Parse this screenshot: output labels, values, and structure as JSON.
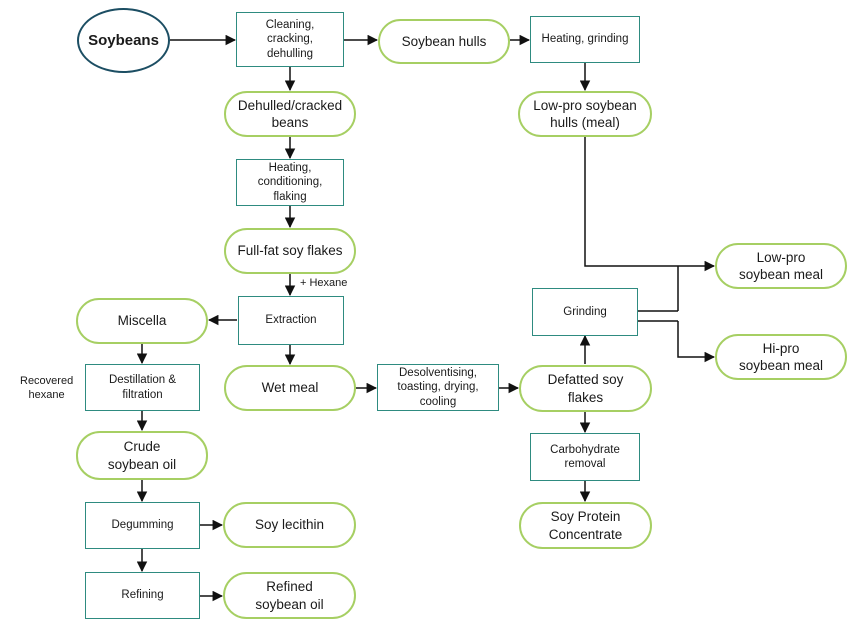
{
  "colors": {
    "rect_border": "#2e8b80",
    "pill_border": "#a6cf63",
    "ellipse_border": "#1c4e63",
    "arrow": "#111111"
  },
  "nodes": {
    "soybeans": "Soybeans",
    "cleaning": "Cleaning,\ncracking,\ndehulling",
    "soybean_hulls": "Soybean hulls",
    "heating_grinding": "Heating, grinding",
    "dehulled_beans": "Dehulled/cracked\nbeans",
    "lowpro_hulls": "Low-pro soybean\nhulls (meal)",
    "heating_conditioning": "Heating,\nconditioning,\nflaking",
    "fullfat_flakes": "Full-fat soy flakes",
    "lowpro_meal": "Low-pro\nsoybean meal",
    "miscella": "Miscella",
    "extraction": "Extraction",
    "grinding": "Grinding",
    "hipro_meal": "Hi-pro\nsoybean meal",
    "destillation": "Destillation &\nfiltration",
    "wet_meal": "Wet meal",
    "desolventising": "Desolventising,\ntoasting, drying,\ncooling",
    "defatted_flakes": "Defatted soy flakes",
    "crude_oil": "Crude\nsoybean oil",
    "carbohydrate_removal": "Carbohydrate\nremoval",
    "degumming": "Degumming",
    "soy_lecithin": "Soy lecithin",
    "soy_protein_concentrate": "Soy Protein\nConcentrate",
    "refining": "Refining",
    "refined_oil": "Refined\nsoybean oil"
  },
  "labels": {
    "hexane": "+ Hexane",
    "recovered_hexane": "Recovered\nhexane"
  }
}
